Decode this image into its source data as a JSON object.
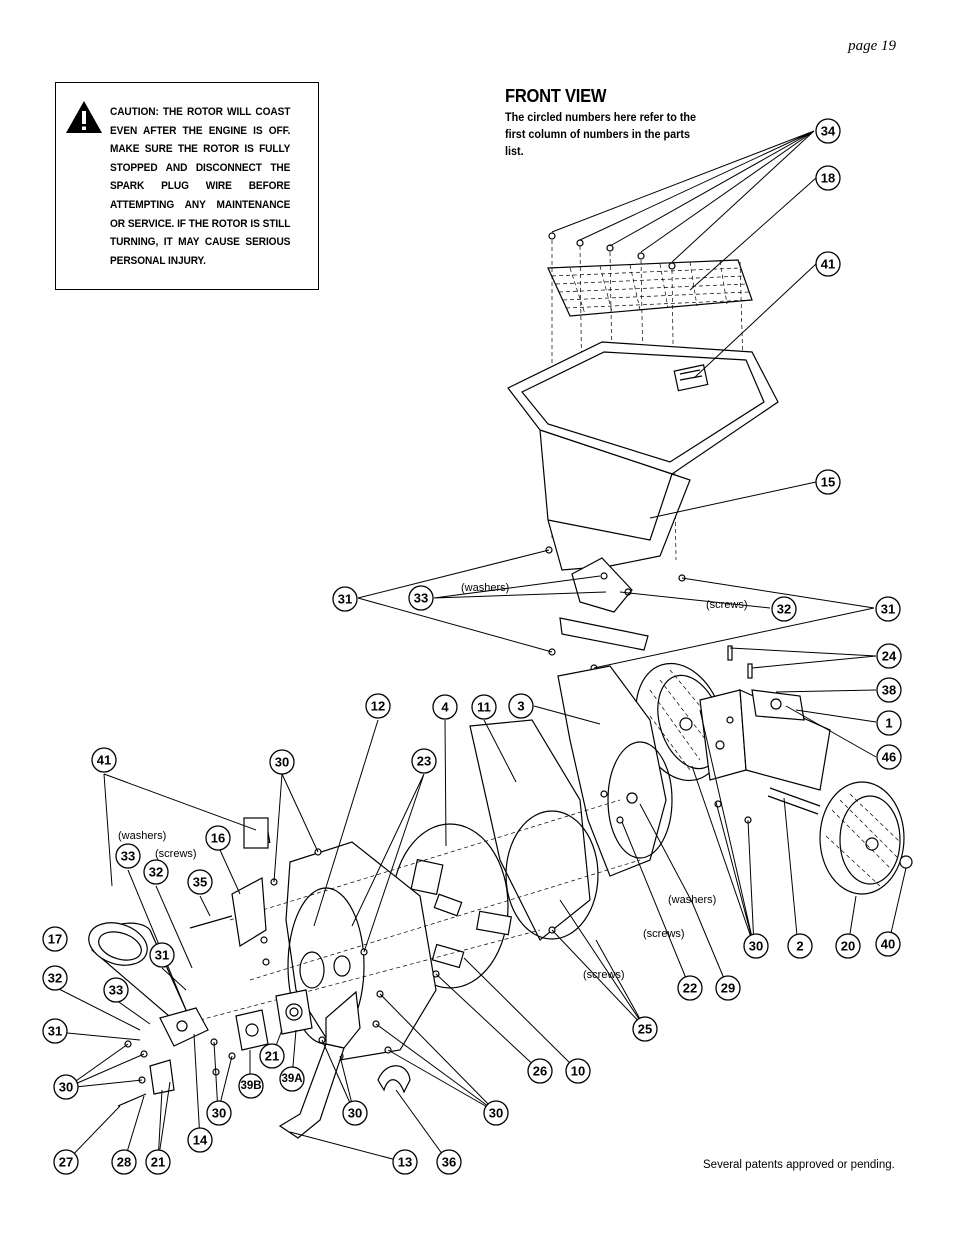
{
  "page": {
    "number": "page  19"
  },
  "caution": {
    "icon": "warning-triangle-icon",
    "text": "CAUTION:  THE ROTOR WILL COAST EVEN AFTER THE ENGINE IS OFF.  MAKE SURE THE ROTOR IS FULLY STOPPED AND DISCONNECT THE SPARK PLUG WIRE BEFORE ATTEMPTING ANY MAINTENANCE OR SERVICE.  IF THE ROTOR IS STILL TURNING, IT MAY CAUSE SERIOUS PERSONAL INJURY."
  },
  "front_view": {
    "title": "FRONT VIEW",
    "note": "The circled numbers here refer to the first column of numbers in the parts list."
  },
  "labels": {
    "washers": "(washers)",
    "screws": "(screws)"
  },
  "callouts": [
    {
      "id": "c34",
      "text": "34"
    },
    {
      "id": "c18",
      "text": "18"
    },
    {
      "id": "c41a",
      "text": "41"
    },
    {
      "id": "c15",
      "text": "15"
    },
    {
      "id": "c31a",
      "text": "31"
    },
    {
      "id": "c33a",
      "text": "33"
    },
    {
      "id": "c32a",
      "text": "32"
    },
    {
      "id": "c31b",
      "text": "31"
    },
    {
      "id": "c24",
      "text": "24"
    },
    {
      "id": "c38",
      "text": "38"
    },
    {
      "id": "c1",
      "text": "1"
    },
    {
      "id": "c46",
      "text": "46"
    },
    {
      "id": "c12",
      "text": "12"
    },
    {
      "id": "c4",
      "text": "4"
    },
    {
      "id": "c11",
      "text": "11"
    },
    {
      "id": "c3",
      "text": "3"
    },
    {
      "id": "c41b",
      "text": "41"
    },
    {
      "id": "c30a",
      "text": "30"
    },
    {
      "id": "c23",
      "text": "23"
    },
    {
      "id": "c16",
      "text": "16"
    },
    {
      "id": "c33b",
      "text": "33"
    },
    {
      "id": "c32b",
      "text": "32"
    },
    {
      "id": "c35",
      "text": "35"
    },
    {
      "id": "c17",
      "text": "17"
    },
    {
      "id": "c31c",
      "text": "31"
    },
    {
      "id": "c32c",
      "text": "32"
    },
    {
      "id": "c33c",
      "text": "33"
    },
    {
      "id": "c31d",
      "text": "31"
    },
    {
      "id": "c30b",
      "text": "30"
    },
    {
      "id": "c30c",
      "text": "30"
    },
    {
      "id": "c2",
      "text": "2"
    },
    {
      "id": "c20",
      "text": "20"
    },
    {
      "id": "c40",
      "text": "40"
    },
    {
      "id": "c22",
      "text": "22"
    },
    {
      "id": "c29",
      "text": "29"
    },
    {
      "id": "c25",
      "text": "25"
    },
    {
      "id": "c26",
      "text": "26"
    },
    {
      "id": "c10",
      "text": "10"
    },
    {
      "id": "c21a",
      "text": "21"
    },
    {
      "id": "c39a",
      "text": "39A"
    },
    {
      "id": "c39b",
      "text": "39B"
    },
    {
      "id": "c30d",
      "text": "30"
    },
    {
      "id": "c30e",
      "text": "30"
    },
    {
      "id": "c30f",
      "text": "30"
    },
    {
      "id": "c14",
      "text": "14"
    },
    {
      "id": "c27",
      "text": "27"
    },
    {
      "id": "c28",
      "text": "28"
    },
    {
      "id": "c21b",
      "text": "21"
    },
    {
      "id": "c13",
      "text": "13"
    },
    {
      "id": "c36",
      "text": "36"
    }
  ],
  "footer": {
    "patents": "Several patents approved or pending."
  }
}
